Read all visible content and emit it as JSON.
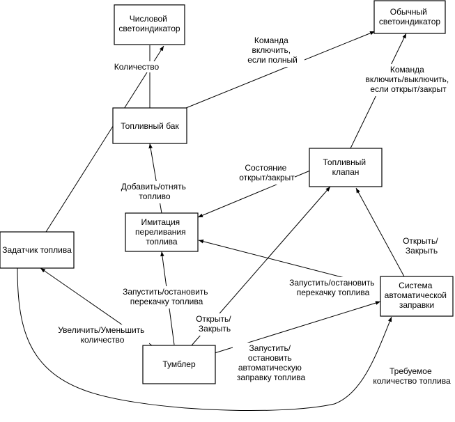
{
  "nodes": {
    "num_indicator": [
      "Числовой",
      "светоиндикатор"
    ],
    "plain_indicator": [
      "Обычный",
      "светоиндикатор"
    ],
    "tank": [
      "Топливный бак"
    ],
    "valve": [
      "Топливный",
      "клапан"
    ],
    "simulation": [
      "Имитация",
      "переливания",
      "топлива"
    ],
    "setter": [
      "Задатчик топлива"
    ],
    "auto_system": [
      "Система",
      "автоматической",
      "заправки"
    ],
    "toggle": [
      "Тумблер"
    ]
  },
  "edges": {
    "quantity": [
      "Количество"
    ],
    "cmd_full": [
      "Команда",
      "включить,",
      "если полный"
    ],
    "cmd_open_close": [
      "Команда",
      "включить/выключить,",
      "если открыт/закрыт"
    ],
    "add_remove": [
      "Добавить/отнять",
      "топливо"
    ],
    "state": [
      "Состояние",
      "открыт/закрыт"
    ],
    "open_close_auto": [
      "Открыть/",
      "Закрыть"
    ],
    "start_stop_auto": [
      "Запустить/остановить",
      "перекачку топлива"
    ],
    "start_stop_toggle": [
      "Запустить/остановить",
      "перекачку топлива"
    ],
    "inc_dec": [
      "Увеличить/Уменьшить",
      "количество"
    ],
    "open_close_toggle": [
      "Открыть/",
      "Закрыть"
    ],
    "start_auto_refuel": [
      "Запустить/",
      "остановить",
      "автоматическую",
      "заправку топлива"
    ],
    "required_qty": [
      "Требуемое",
      "количество топлива"
    ]
  }
}
